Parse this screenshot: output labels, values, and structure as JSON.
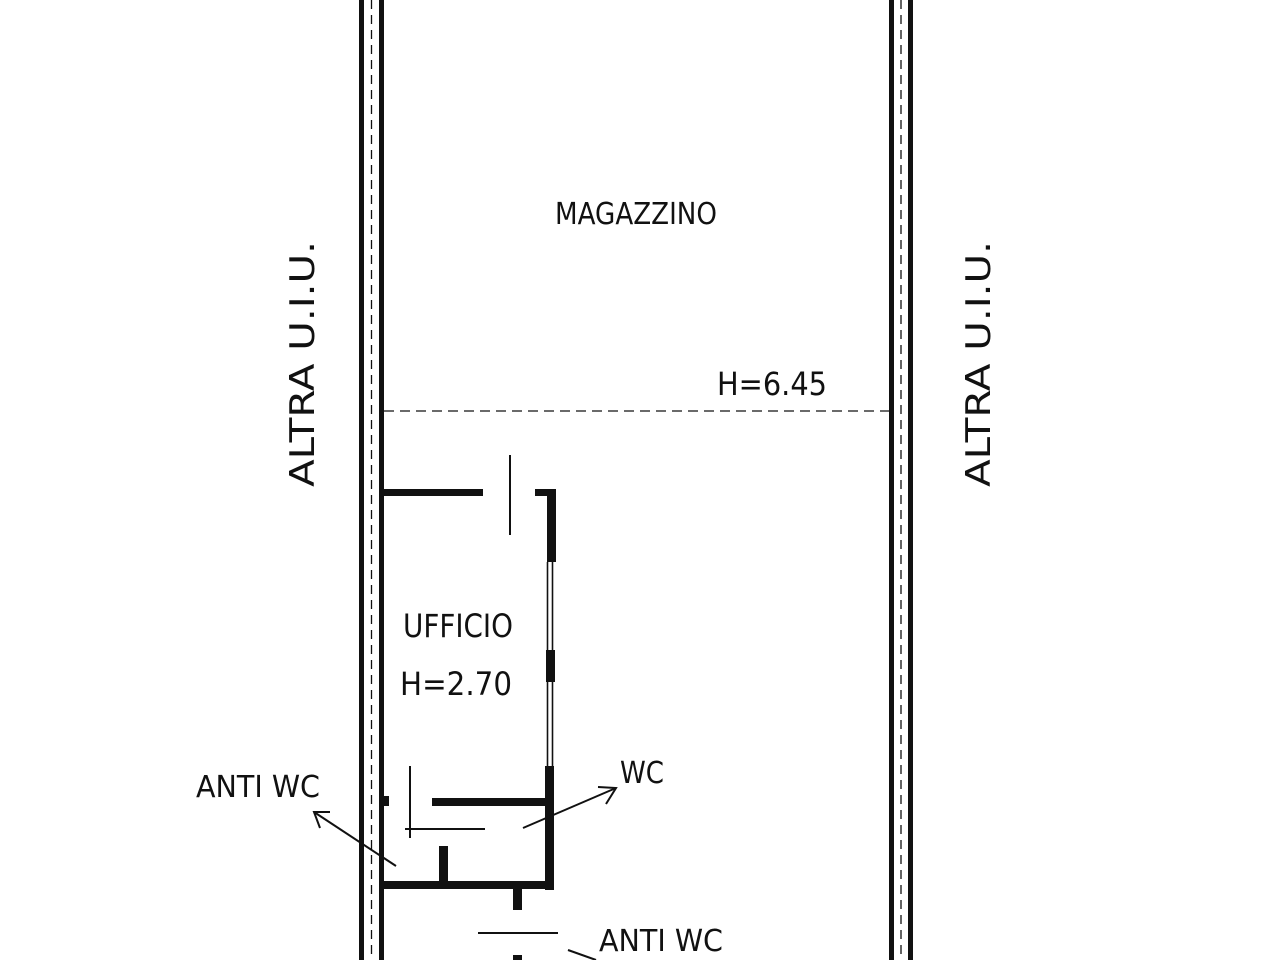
{
  "labels": {
    "magazzino": "MAGAZZINO",
    "magazzino_height": "H=6.45",
    "altra_uiu_left": "ALTRA U.I.U.",
    "altra_uiu_right": "ALTRA U.I.U.",
    "ufficio": "UFFICIO",
    "ufficio_height": "H=2.70",
    "anti_wc_left": "ANTI WC",
    "wc": "WC",
    "anti_wc_bottom": "ANTI WC"
  },
  "colors": {
    "ink": "#111111",
    "paper": "#ffffff"
  }
}
